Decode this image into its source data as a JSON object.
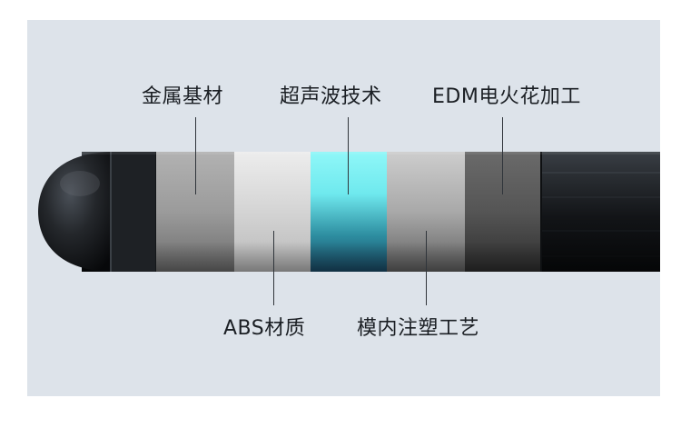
{
  "labels": {
    "metal_base": "金属基材",
    "ultrasonic": "超声波技术",
    "edm": "EDM电火花加工",
    "abs": "ABS材质",
    "insert_molding": "模内注塑工艺"
  },
  "colors": {
    "panel_bg": "#dde3ea",
    "ultrasonic_band": "#7ff3f6",
    "text": "#1b1f24"
  }
}
